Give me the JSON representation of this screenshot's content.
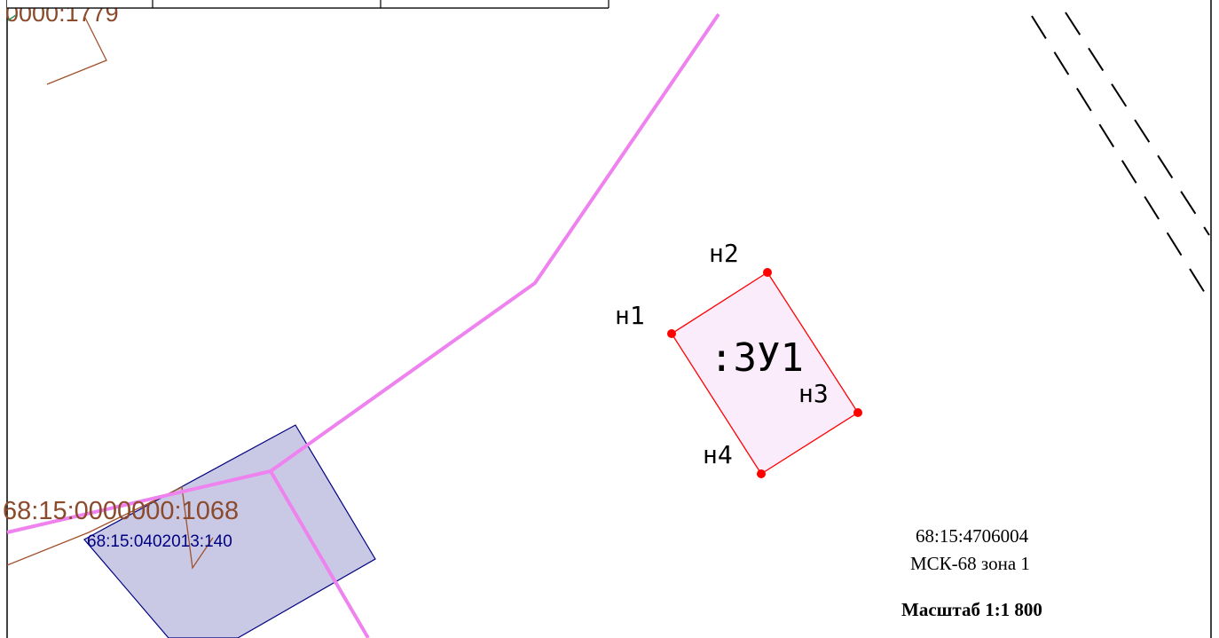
{
  "parcel": {
    "label": ":ЗУ1",
    "points": [
      {
        "label": "н1"
      },
      {
        "label": "н2"
      },
      {
        "label": "н3"
      },
      {
        "label": "н4"
      }
    ]
  },
  "cadastral_labels": {
    "top_left_partial": "0000:1779",
    "land_plot": "68:15:0000000:1068",
    "building": "68:15:0402013:140"
  },
  "legend": {
    "quarter": "68:15:4706004",
    "coord_system": "МСК-68 зона 1",
    "scale": "Масштаб 1:1 800"
  },
  "colors": {
    "parcel_stroke": "#ff0000",
    "parcel_fill": "#fbecfb",
    "boundary_line": "#ee82ee",
    "building_fill": "#c9c9e6",
    "building_stroke": "#000080",
    "land_plot_line": "#a0522d",
    "land_plot_label": "#8b4a2b",
    "building_label": "#000080"
  }
}
